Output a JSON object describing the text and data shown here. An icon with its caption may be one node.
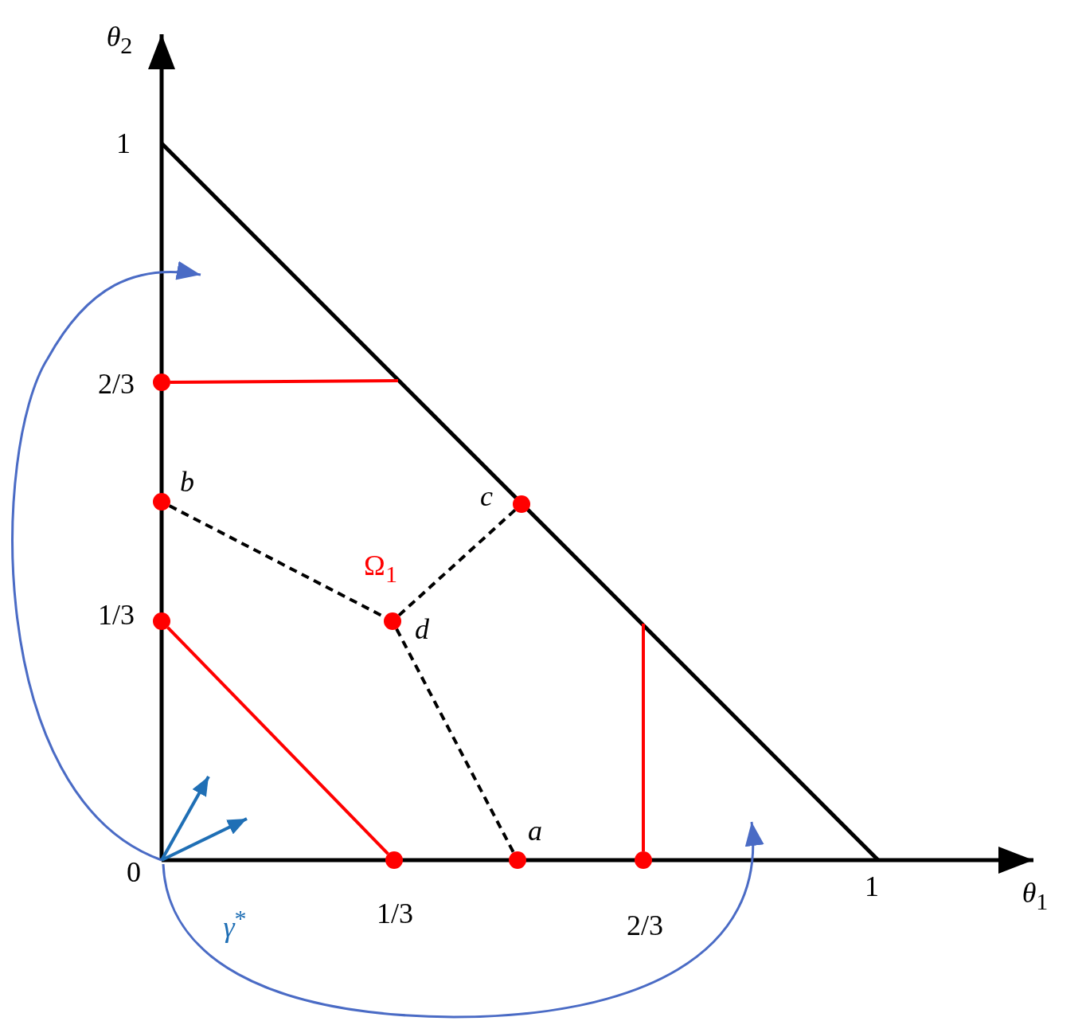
{
  "diagram": {
    "nodes": [
      {
        "text": [],
        "shape": "circle"
      },
      {
        "text": [],
        "shape": "circle",
        "beside": [
          "*b*"
        ]
      },
      {
        "text": [],
        "shape": "circle",
        "beside": [
          "*c*"
        ]
      },
      {
        "text": [],
        "shape": "circle"
      },
      {
        "text": [],
        "shape": "circle",
        "beside": [
          "*d*"
        ]
      },
      {
        "text": [],
        "shape": "circle"
      },
      {
        "text": [],
        "shape": "circle",
        "beside": [
          "*a*"
        ]
      },
      {
        "text": [],
        "shape": "circle"
      }
    ],
    "edges": [
      {
        "from": 0,
        "to": null,
        "arrow": "none",
        "color": "#ff0000"
      },
      {
        "from": 1,
        "to": 4,
        "arrow": "none",
        "style": "dashed",
        "color": "#000000"
      },
      {
        "from": 2,
        "to": 4,
        "arrow": "none",
        "style": "dashed",
        "color": "#000000"
      },
      {
        "from": 3,
        "to": 5,
        "arrow": "none",
        "color": "#ff0000"
      },
      {
        "from": 4,
        "to": 6,
        "arrow": "none",
        "style": "dashed",
        "color": "#000000"
      },
      {
        "from": 7,
        "to": null,
        "arrow": "none",
        "color": "#ff0000"
      }
    ],
    "labels": [
      "*θ*$_{2}$",
      "1",
      "2/3",
      "Ω$_{1}$",
      "1/3",
      "0",
      "1",
      "*θ*$_{1}$",
      "1/3",
      "*γ*$^{*}$",
      "2/3"
    ]
  }
}
